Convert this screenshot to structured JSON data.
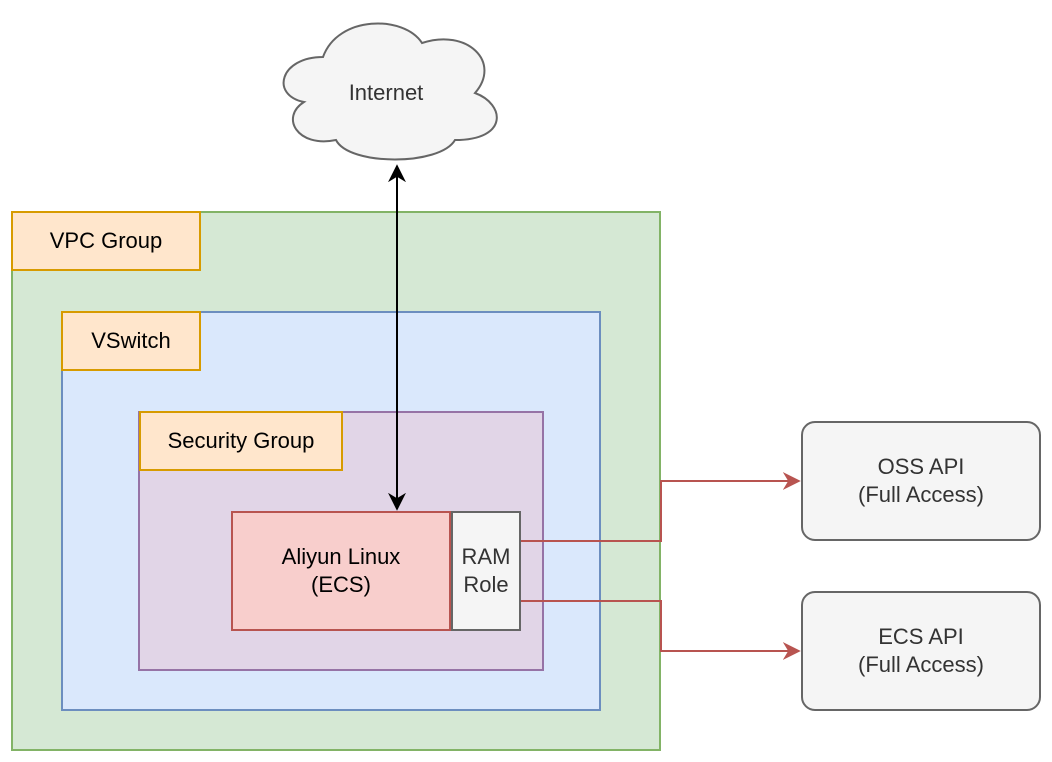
{
  "internet": {
    "label": "Internet"
  },
  "vpc": {
    "label": "VPC Group"
  },
  "vswitch": {
    "label": "VSwitch"
  },
  "security_group": {
    "label": "Security Group"
  },
  "ecs": {
    "line1": "Aliyun Linux",
    "line2": "(ECS)"
  },
  "ram_role": {
    "line1": "RAM",
    "line2": "Role"
  },
  "oss_api": {
    "line1": "OSS API",
    "line2": "(Full Access)"
  },
  "ecs_api": {
    "line1": "ECS API",
    "line2": "(Full Access)"
  },
  "colors": {
    "vpc_fill": "#d5e8d4",
    "vpc_stroke": "#82b366",
    "vswitch_fill": "#dae8fc",
    "vswitch_stroke": "#6c8ebf",
    "sg_fill": "#e1d5e7",
    "sg_stroke": "#9673a6",
    "tag_fill": "#ffe6cc",
    "tag_stroke": "#d79b00",
    "ecs_fill": "#f8cecc",
    "ecs_stroke": "#b85450",
    "grey_fill": "#f5f5f5",
    "grey_stroke": "#666666",
    "red_edge": "#b85450",
    "black_edge": "#000000"
  }
}
